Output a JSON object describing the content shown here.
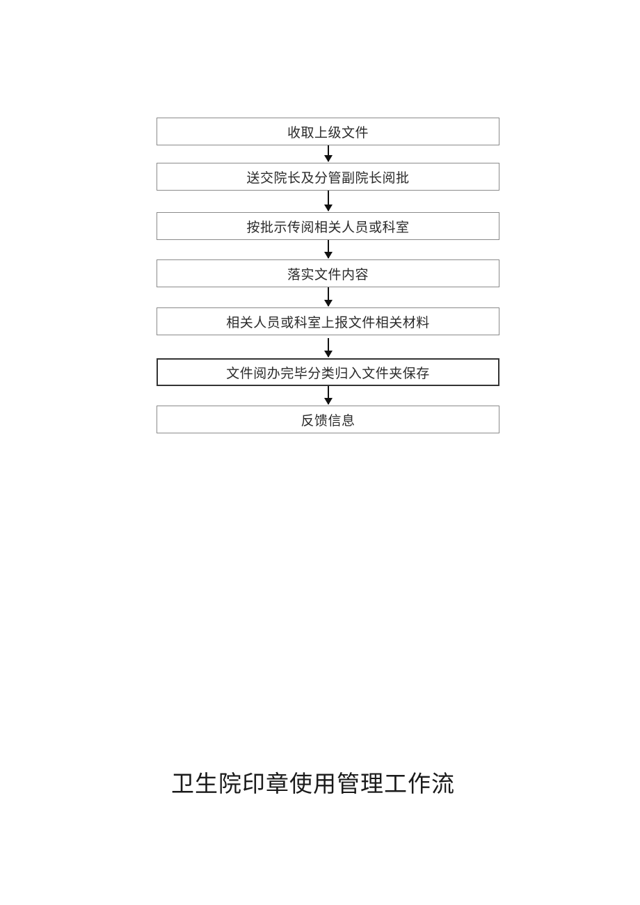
{
  "flowchart": {
    "steps": [
      {
        "label": "收取上级文件"
      },
      {
        "label": "送交院长及分管副院长阅批"
      },
      {
        "label": "按批示传阅相关人员或科室"
      },
      {
        "label": "落实文件内容"
      },
      {
        "label": "相关人员或科室上报文件相关材料"
      },
      {
        "label": "文件阅办完毕分类归入文件夹保存"
      },
      {
        "label": "反馈信息"
      }
    ]
  },
  "next_section": {
    "title": "卫生院印章使用管理工作流"
  }
}
